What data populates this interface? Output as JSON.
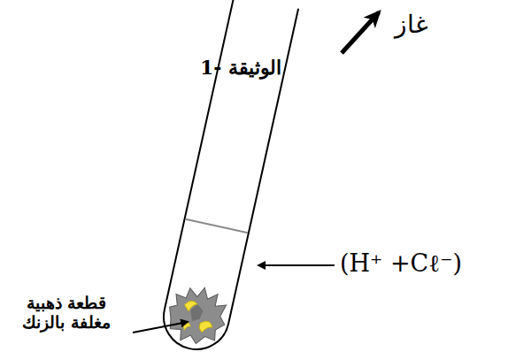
{
  "diagram": {
    "title": "الوثيقة -1",
    "labels": [
      "غاز",
      "(H⁺ +Cℓ⁻)",
      "قطعة ذهبية مغلفة بالزنك"
    ]
  }
}
